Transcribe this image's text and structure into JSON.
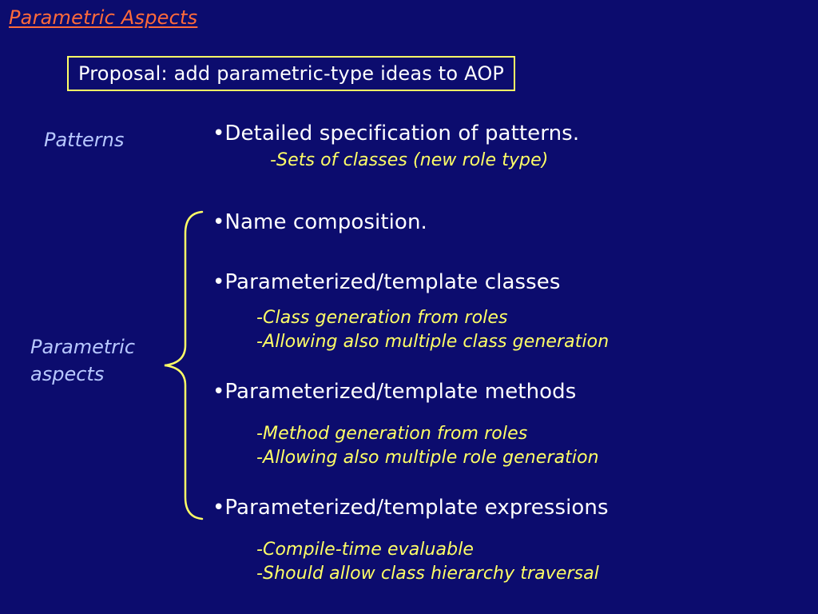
{
  "slide": {
    "title": "Parametric Aspects",
    "proposal": "Proposal: add parametric-type ideas to AOP",
    "labels": {
      "patterns": "Patterns",
      "parametric_line1": "Parametric",
      "parametric_line2": "aspects"
    },
    "bullets": {
      "detailed_spec": "•Detailed specification of patterns.",
      "detailed_spec_sub": "-Sets of classes (new role type)",
      "name_composition": "•Name composition.",
      "template_classes": "•Parameterized/template classes",
      "template_classes_sub": [
        "-Class generation from roles",
        "-Allowing also multiple class generation"
      ],
      "template_methods": "•Parameterized/template methods",
      "template_methods_sub": [
        "-Method generation from roles",
        "-Allowing also multiple role generation"
      ],
      "template_expressions": "•Parameterized/template expressions",
      "template_expressions_sub": [
        "-Compile-time evaluable",
        "-Should allow class hierarchy traversal"
      ]
    },
    "colors": {
      "background": "#0c0c6e",
      "title": "#ff6a3a",
      "accent_yellow": "#ffff66",
      "label_blue": "#b8c8ff",
      "text": "#ffffff"
    },
    "icons": {
      "brace": "left-curly-brace-icon"
    }
  }
}
